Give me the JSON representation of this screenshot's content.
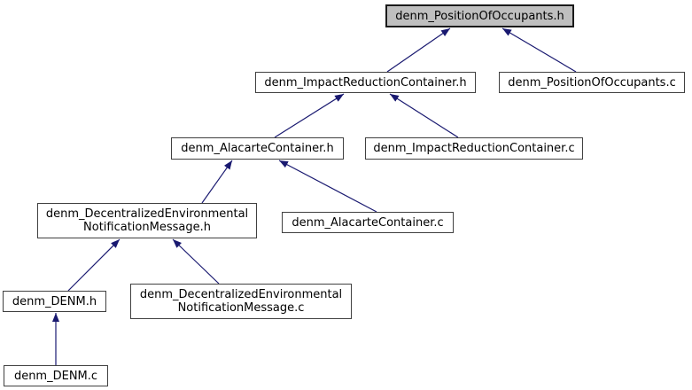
{
  "diagram": {
    "type": "include-dependency-graph",
    "colors": {
      "background": "#ffffff",
      "edge": "#191970",
      "node_fill": "#ffffff",
      "node_border": "#404040",
      "highlight_fill": "#bfbfbf",
      "text": "#000000"
    },
    "nodes": [
      {
        "id": "denm_PositionOfOccupants.h",
        "lines": [
          "denm_PositionOfOccupants.h"
        ],
        "highlighted": true
      },
      {
        "id": "denm_ImpactReductionContainer.h",
        "lines": [
          "denm_ImpactReductionContainer.h"
        ],
        "highlighted": false
      },
      {
        "id": "denm_PositionOfOccupants.c",
        "lines": [
          "denm_PositionOfOccupants.c"
        ],
        "highlighted": false
      },
      {
        "id": "denm_AlacarteContainer.h",
        "lines": [
          "denm_AlacarteContainer.h"
        ],
        "highlighted": false
      },
      {
        "id": "denm_ImpactReductionContainer.c",
        "lines": [
          "denm_ImpactReductionContainer.c"
        ],
        "highlighted": false
      },
      {
        "id": "denm_DecentralizedEnvironmentalNotificationMessage.h",
        "lines": [
          "denm_DecentralizedEnvironmental",
          "NotificationMessage.h"
        ],
        "highlighted": false
      },
      {
        "id": "denm_AlacarteContainer.c",
        "lines": [
          "denm_AlacarteContainer.c"
        ],
        "highlighted": false
      },
      {
        "id": "denm_DENM.h",
        "lines": [
          "denm_DENM.h"
        ],
        "highlighted": false
      },
      {
        "id": "denm_DecentralizedEnvironmentalNotificationMessage.c",
        "lines": [
          "denm_DecentralizedEnvironmental",
          "NotificationMessage.c"
        ],
        "highlighted": false
      },
      {
        "id": "denm_DENM.c",
        "lines": [
          "denm_DENM.c"
        ],
        "highlighted": false
      }
    ],
    "edges": [
      {
        "from": "denm_ImpactReductionContainer.h",
        "to": "denm_PositionOfOccupants.h"
      },
      {
        "from": "denm_PositionOfOccupants.c",
        "to": "denm_PositionOfOccupants.h"
      },
      {
        "from": "denm_AlacarteContainer.h",
        "to": "denm_ImpactReductionContainer.h"
      },
      {
        "from": "denm_ImpactReductionContainer.c",
        "to": "denm_ImpactReductionContainer.h"
      },
      {
        "from": "denm_DecentralizedEnvironmentalNotificationMessage.h",
        "to": "denm_AlacarteContainer.h"
      },
      {
        "from": "denm_AlacarteContainer.c",
        "to": "denm_AlacarteContainer.h"
      },
      {
        "from": "denm_DENM.h",
        "to": "denm_DecentralizedEnvironmentalNotificationMessage.h"
      },
      {
        "from": "denm_DecentralizedEnvironmentalNotificationMessage.c",
        "to": "denm_DecentralizedEnvironmentalNotificationMessage.h"
      },
      {
        "from": "denm_DENM.c",
        "to": "denm_DENM.h"
      }
    ]
  }
}
